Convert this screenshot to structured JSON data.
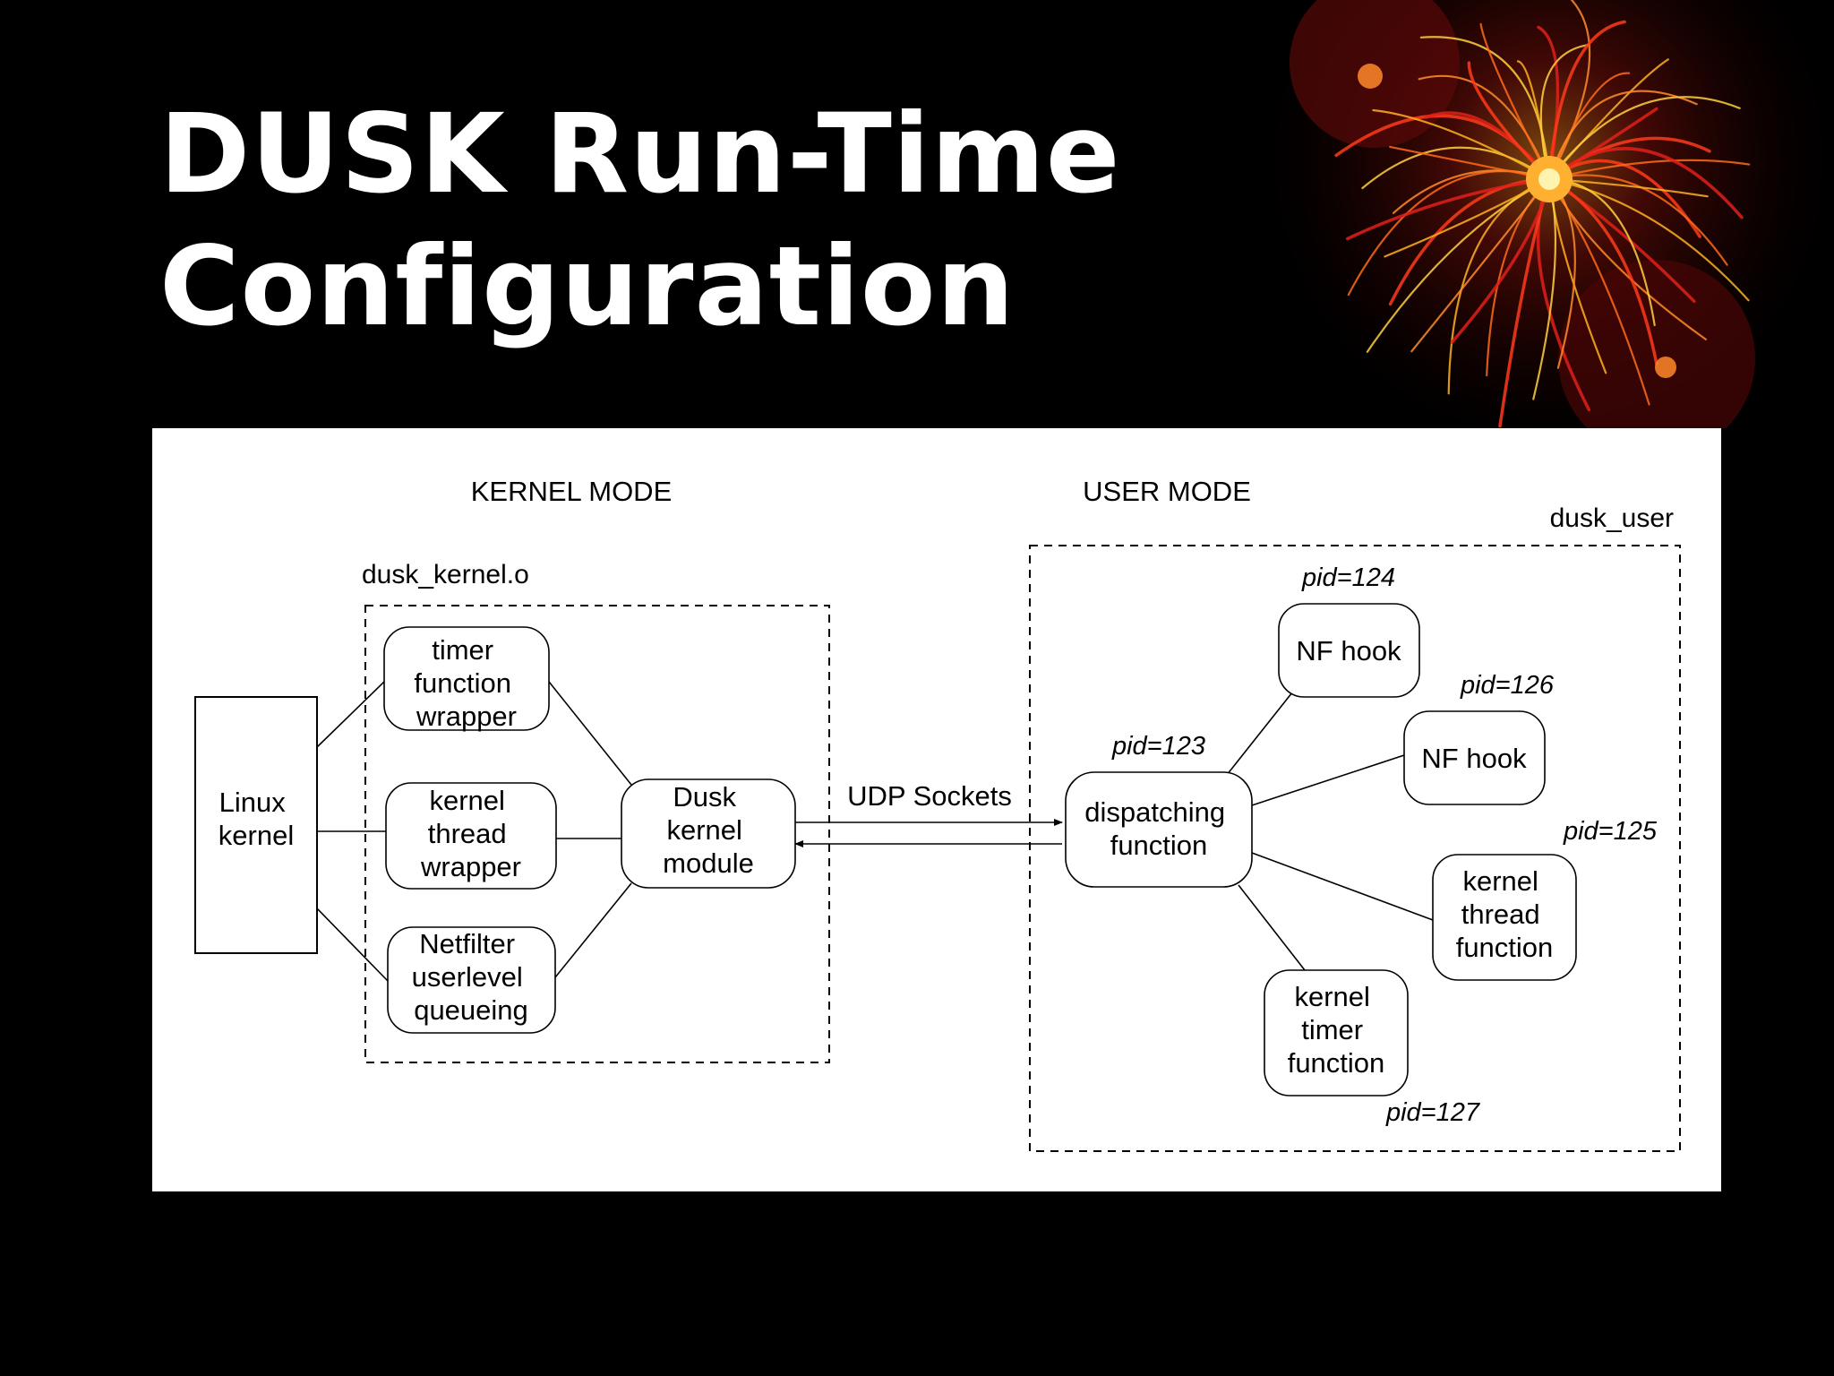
{
  "slide": {
    "title_line1": "DUSK Run-Time",
    "title_line2": "Configuration"
  },
  "diagram": {
    "headers": {
      "kernel_mode": "KERNEL MODE",
      "user_mode": "USER MODE"
    },
    "kernel_group": {
      "label": "dusk_kernel.o",
      "linux_kernel": [
        "Linux",
        "kernel"
      ],
      "timer_wrapper": [
        "timer",
        "function",
        "wrapper"
      ],
      "thread_wrapper": [
        "kernel",
        "thread",
        "wrapper"
      ],
      "netfilter_queueing": [
        "Netfilter",
        "userlevel",
        "queueing"
      ],
      "dusk_module": [
        "Dusk",
        "kernel",
        "module"
      ]
    },
    "link_label": "UDP Sockets",
    "user_group": {
      "label": "dusk_user",
      "dispatcher": {
        "lines": [
          "dispatching",
          "function"
        ],
        "pid": "pid=123"
      },
      "nf_hook_1": {
        "lines": [
          "NF hook"
        ],
        "pid": "pid=124"
      },
      "nf_hook_2": {
        "lines": [
          "NF hook"
        ],
        "pid": "pid=126"
      },
      "thread_function": {
        "lines": [
          "kernel",
          "thread",
          "function"
        ],
        "pid": "pid=125"
      },
      "timer_function": {
        "lines": [
          "kernel",
          "timer",
          "function"
        ],
        "pid": "pid=127"
      }
    }
  }
}
